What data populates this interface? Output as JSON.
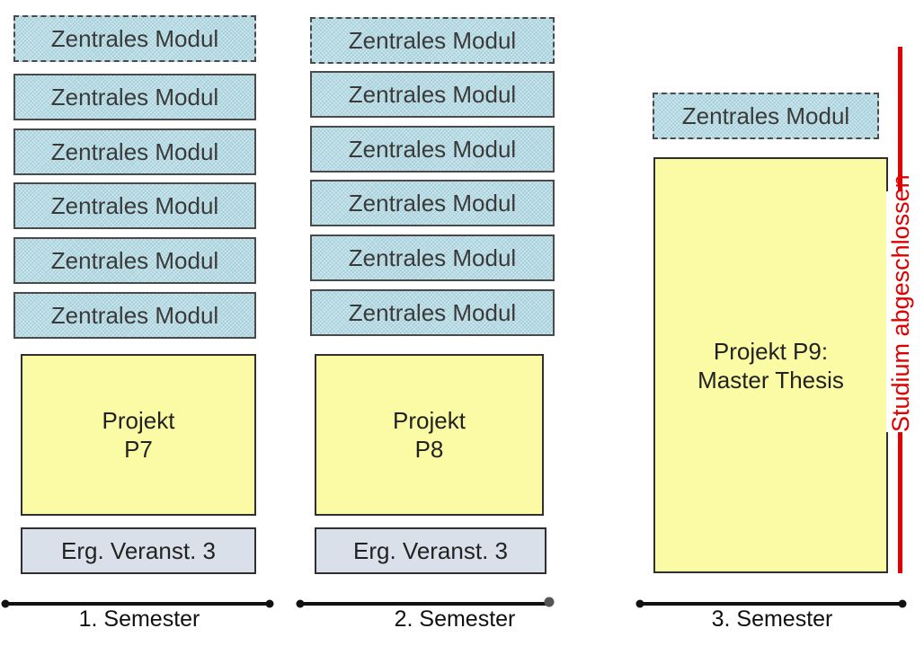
{
  "modules": {
    "label": "Zentrales Modul"
  },
  "semesters": [
    {
      "label": "1. Semester",
      "project": "Projekt\nP7",
      "extra": "Erg. Veranst. 3"
    },
    {
      "label": "2. Semester",
      "project": "Projekt\nP8",
      "extra": "Erg. Veranst. 3"
    },
    {
      "label": "3. Semester",
      "project": "Projekt P9:\nMaster Thesis"
    }
  ],
  "completion": {
    "label": "Studium abgeschlossen",
    "color": "#e00000"
  },
  "colors": {
    "module_fill": "#b9dde6",
    "project_fill": "#fbfba5",
    "extra_fill": "#d9e0ea"
  }
}
